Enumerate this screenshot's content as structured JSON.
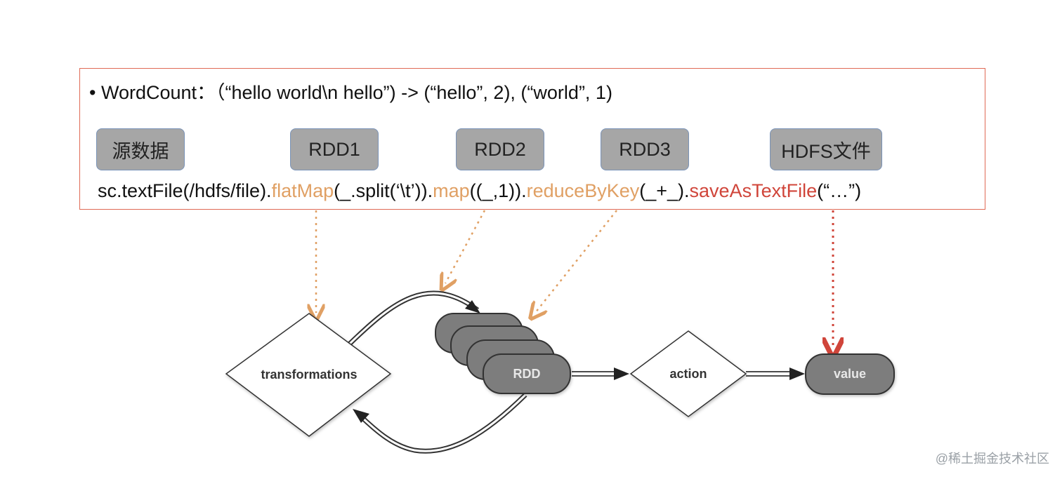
{
  "bullet": "•",
  "heading": "WordCount：（“hello world\\n hello”) -> (“hello”, 2), (“world”, 1)",
  "stages": [
    "源数据",
    "RDD1",
    "RDD2",
    "RDD3",
    "HDFS文件"
  ],
  "code": {
    "prefix": "sc.textFile(/hdfs/file).",
    "op1": "flatMap",
    "arg1": "(_.split(‘\\t’)).",
    "op2": "map",
    "arg2": "((_,1)).",
    "op3": "reduceByKey",
    "arg3": "(_+_).",
    "op4": "saveAsTextFile",
    "arg4": "(“…”)"
  },
  "flow": {
    "transformations": "transformations",
    "rdd": "RDD",
    "action": "action",
    "value": "value"
  },
  "colors": {
    "border": "#e06a55",
    "stage_fill": "#a6a6a6",
    "orange": "#e0a064",
    "red": "#d0453a",
    "node_fill": "#7d7d7d"
  },
  "watermark": "@稀土掘金技术社区"
}
